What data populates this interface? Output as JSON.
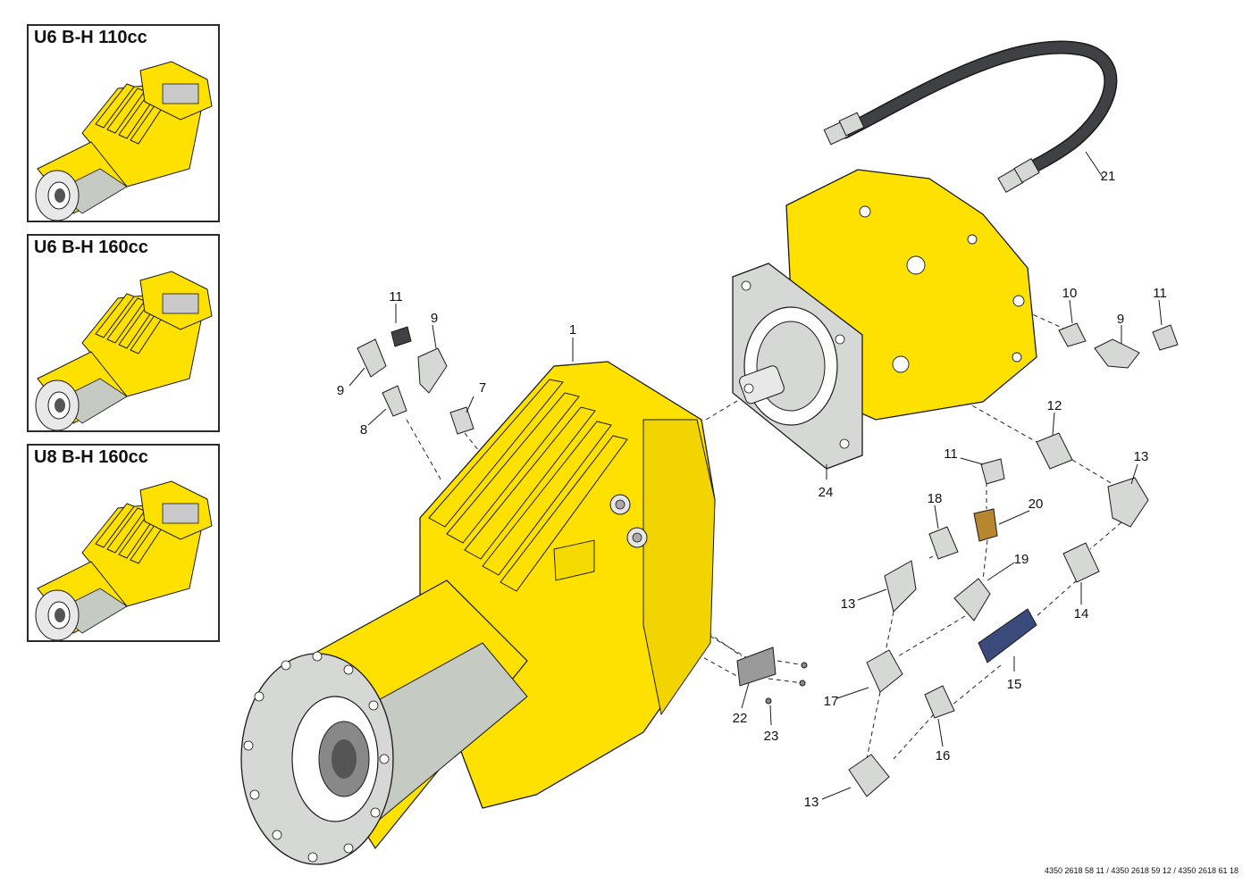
{
  "variants": [
    {
      "title": "U6 B-H 110cc"
    },
    {
      "title": "U6 B-H 160cc"
    },
    {
      "title": "U8 B-H 160cc"
    }
  ],
  "callouts": {
    "c1": "1",
    "c7": "7",
    "c8": "8",
    "c9a": "9",
    "c9b": "9",
    "c9c": "9",
    "c10": "10",
    "c11a": "11",
    "c11b": "11",
    "c11c": "11",
    "c12": "12",
    "c13a": "13",
    "c13b": "13",
    "c13c": "13",
    "c14": "14",
    "c15": "15",
    "c16": "16",
    "c17": "17",
    "c18": "18",
    "c19": "19",
    "c20": "20",
    "c21": "21",
    "c22": "22",
    "c23": "23",
    "c24": "24"
  },
  "colors": {
    "yellow": "#FFE100",
    "grey_sleeve": "#C5CAC3",
    "steel": "#D6D8D6",
    "hose": "#3F4144",
    "brass": "#B8862F",
    "sensor_blue": "#3A4A7A",
    "outline": "#1A1A1A"
  },
  "document_reference": "4350 2618 58 11 / 4350 2618 59 12 / 4350 2618 61 18"
}
